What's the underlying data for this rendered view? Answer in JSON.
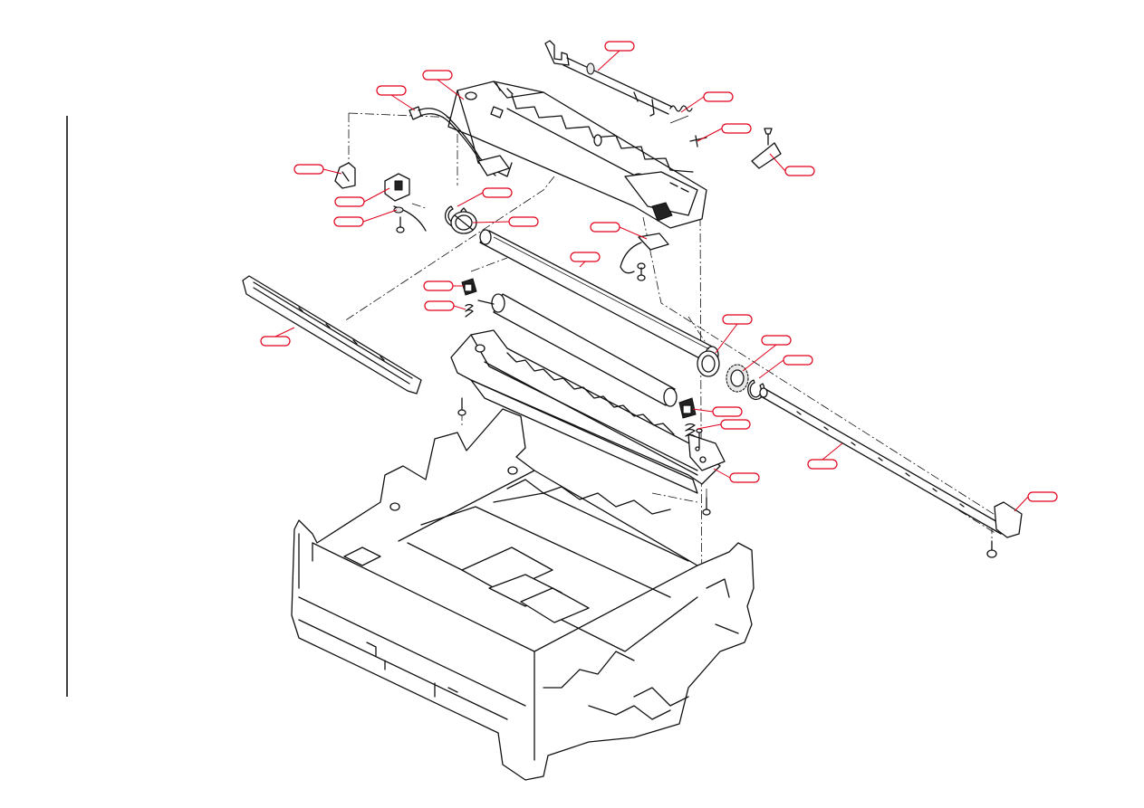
{
  "diagram": {
    "callouts": [
      {
        "id": "c1",
        "label": ""
      },
      {
        "id": "c2",
        "label": ""
      },
      {
        "id": "c3",
        "label": ""
      },
      {
        "id": "c4",
        "label": ""
      },
      {
        "id": "c5",
        "label": ""
      },
      {
        "id": "c6",
        "label": ""
      },
      {
        "id": "c7",
        "label": ""
      },
      {
        "id": "c8",
        "label": ""
      },
      {
        "id": "c9",
        "label": ""
      },
      {
        "id": "c10",
        "label": ""
      },
      {
        "id": "c11",
        "label": ""
      },
      {
        "id": "c12",
        "label": ""
      },
      {
        "id": "c13",
        "label": ""
      },
      {
        "id": "c14",
        "label": ""
      },
      {
        "id": "c15",
        "label": ""
      },
      {
        "id": "c16",
        "label": ""
      },
      {
        "id": "c17",
        "label": ""
      },
      {
        "id": "c18",
        "label": ""
      },
      {
        "id": "c19",
        "label": ""
      },
      {
        "id": "c20",
        "label": ""
      },
      {
        "id": "c21",
        "label": ""
      },
      {
        "id": "c22",
        "label": ""
      },
      {
        "id": "c23",
        "label": ""
      },
      {
        "id": "c24",
        "label": ""
      },
      {
        "id": "c25",
        "label": ""
      }
    ]
  },
  "colors": {
    "callout": "#e0001a",
    "line": "#111111",
    "background": "#ffffff"
  }
}
